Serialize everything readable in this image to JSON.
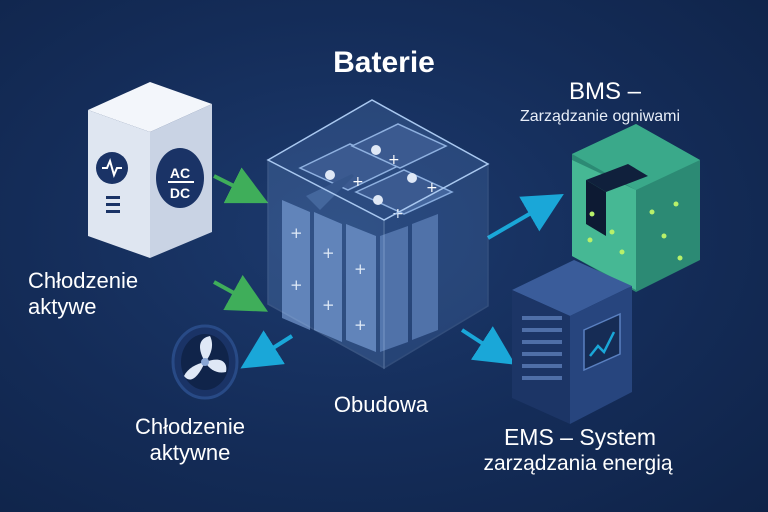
{
  "title": "Baterie",
  "bms": {
    "title": "BMS –",
    "subtitle": "Zarządzanie ogniwami"
  },
  "inverter": {
    "icon_text_top": "AC",
    "icon_text_bottom": "DC"
  },
  "cooling_top": {
    "line1": "Chłodzenie",
    "line2": "aktywe"
  },
  "cooling_bottom": {
    "line1": "Chłodzenie",
    "line2": "aktywne"
  },
  "housing": {
    "label": "Obudowa"
  },
  "ems": {
    "line1": "EMS – System",
    "line2": "zarządzania energią"
  },
  "colors": {
    "background": "#142c58",
    "arrow_green": "#3fae5a",
    "arrow_blue": "#1aa7d8",
    "pcb": "#3aa98a"
  },
  "icons": [
    "ac-dc-inverter-icon",
    "fan-icon",
    "battery-cell-icon",
    "pcb-chip-icon",
    "server-cabinet-icon",
    "waveform-icon"
  ]
}
